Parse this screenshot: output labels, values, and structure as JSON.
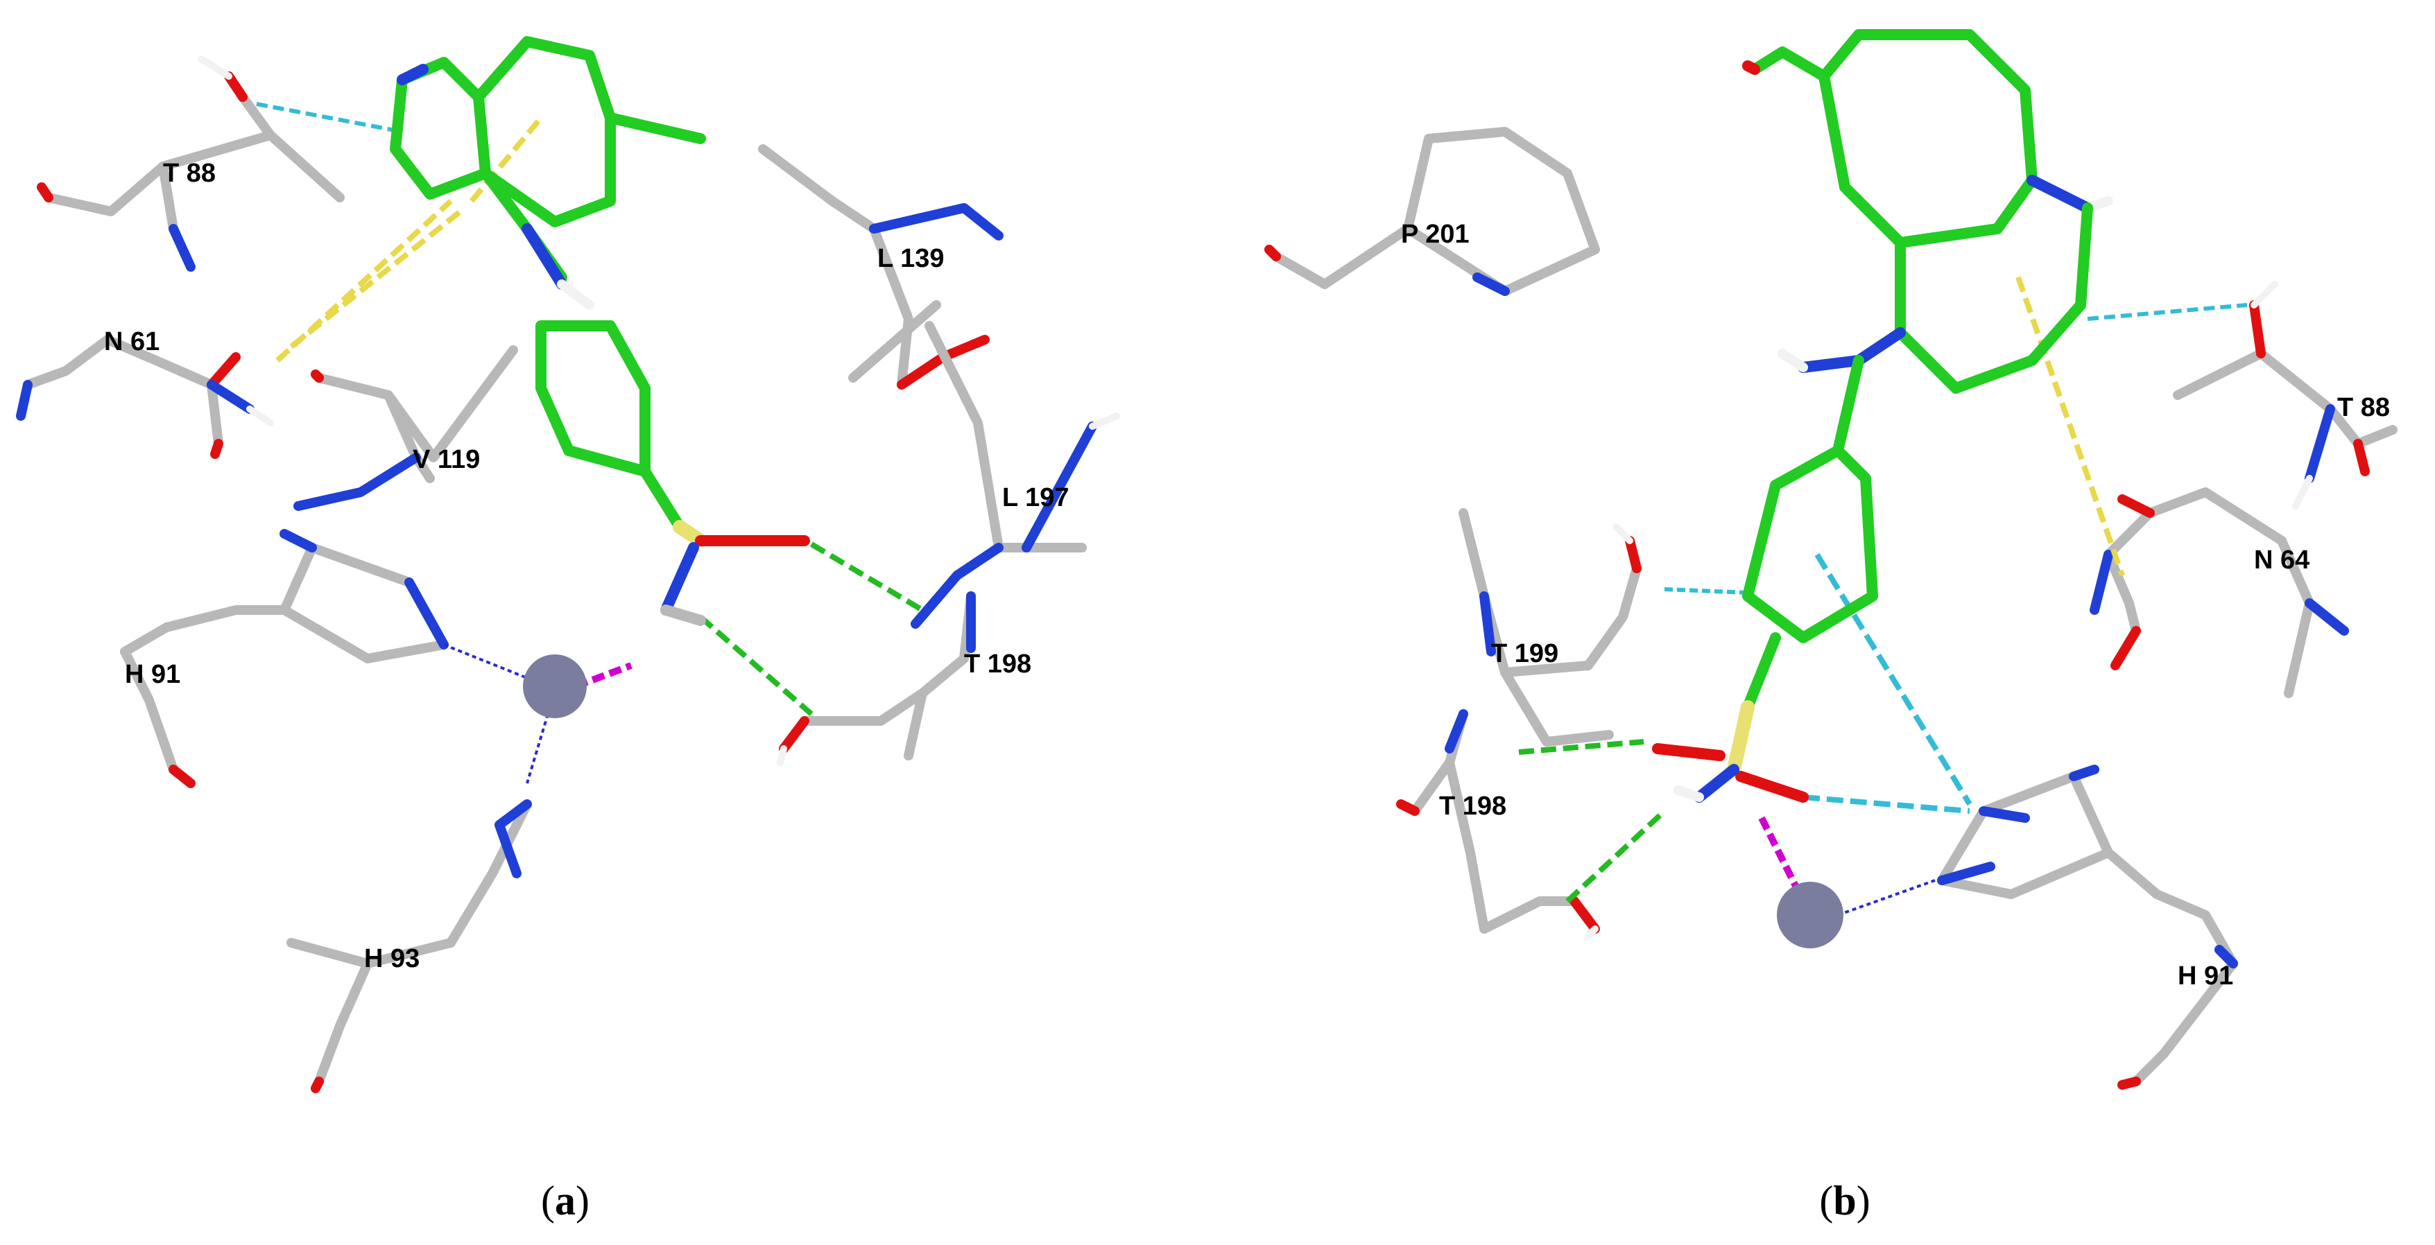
{
  "panel_a": {
    "caption_letter": "a",
    "residues": [
      "T 88",
      "N 61",
      "V 119",
      "H 91",
      "H 93",
      "L 139",
      "L 197",
      "T 198"
    ]
  },
  "panel_b": {
    "caption_letter": "b",
    "residues": [
      "P 201",
      "T 88",
      "N 64",
      "T 199",
      "T 198",
      "H 91"
    ]
  },
  "colors": {
    "ligand_carbon": "#22cc22",
    "protein_carbon": "#b8b8b8",
    "nitrogen": "#1f3fd6",
    "oxygen": "#e01010",
    "sulfur": "#e8e070",
    "hydrogen": "#f2f2f2",
    "zinc": "#7a7d9e",
    "hbond": "#22bb22",
    "pi_interaction": "#e8d84a",
    "aromatic_hbond": "#33bcd6",
    "metal_contact": "#d000d0",
    "coordination": "#2a2ad0"
  }
}
